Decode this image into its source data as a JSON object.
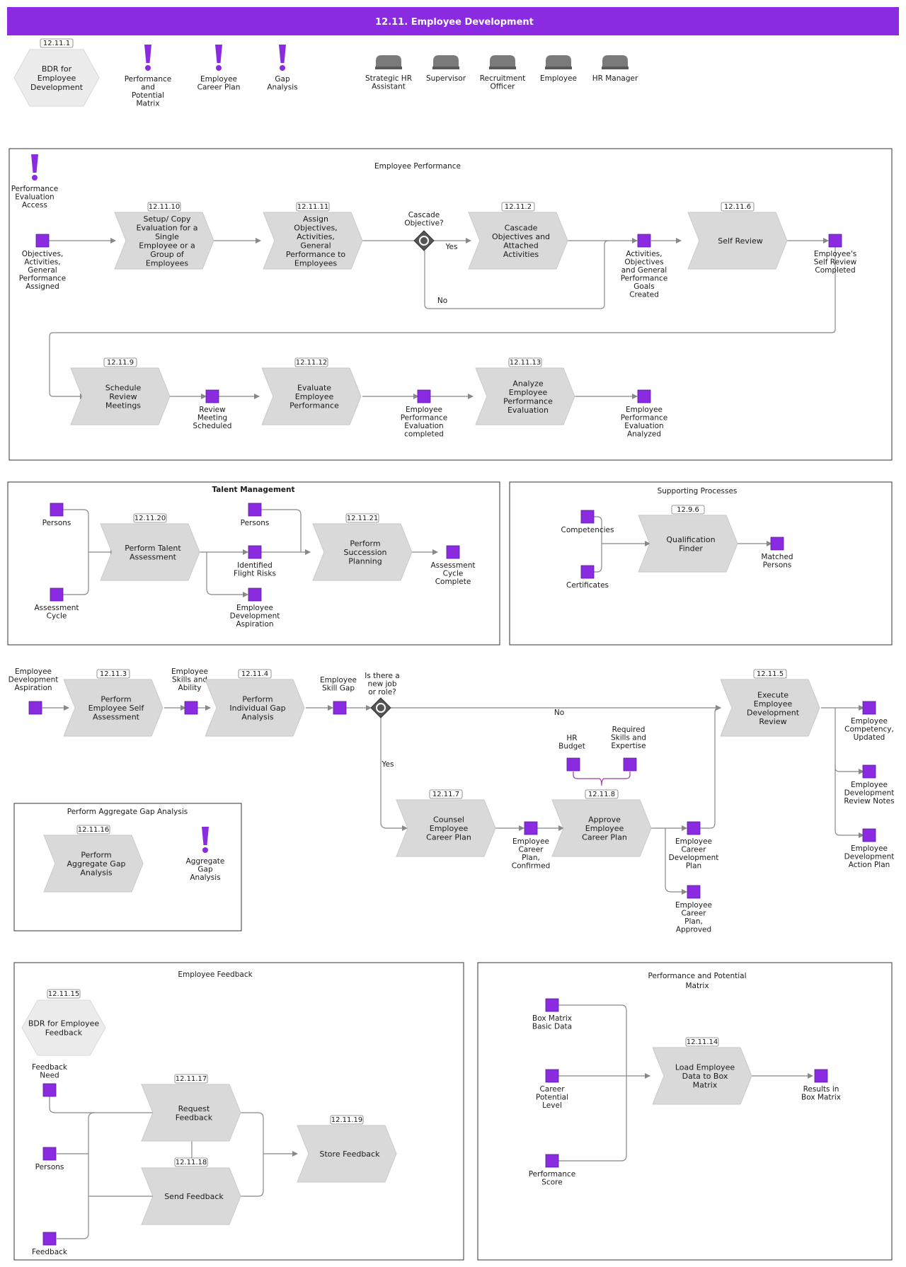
{
  "title": "12.11. Employee Development",
  "colors": {
    "header": "#8a2be2",
    "event": "#8a2be2",
    "activity": "#d9d9d9",
    "role": "#7a7a7a"
  },
  "legend": {
    "bdr_id": "12.11.1",
    "bdr": [
      "BDR for",
      "Employee",
      "Development"
    ],
    "ex1": [
      "Performance",
      "and",
      "Potential",
      "Matrix"
    ],
    "ex2": [
      "Employee",
      "Career Plan"
    ],
    "ex3": [
      "Gap",
      "Analysis"
    ],
    "roles": [
      [
        "Strategic HR",
        "Assistant"
      ],
      [
        "Supervisor"
      ],
      [
        "Recruitment",
        "Officer"
      ],
      [
        "Employee"
      ],
      [
        "HR Manager"
      ]
    ]
  },
  "ep": {
    "title": "Employee Performance",
    "ex": [
      "Performance",
      "Evaluation",
      "Access"
    ],
    "e1": [
      "Objectives,",
      "Activities,",
      "General",
      "Performance",
      "Assigned"
    ],
    "a1_id": "12.11.10",
    "a1": [
      "Setup/ Copy",
      "Evaluation for a",
      "Single",
      "Employee or a",
      "Group of",
      "Employees"
    ],
    "a2_id": "12.11.11",
    "a2": [
      "Assign",
      "Objectives,",
      "Activities,",
      "General",
      "Performance to",
      "Employees"
    ],
    "gw": [
      "Cascade",
      "Objective?"
    ],
    "yes": "Yes",
    "no": "No",
    "a3_id": "12.11.2",
    "a3": [
      "Cascade",
      "Objectives and",
      "Attached",
      "Activities"
    ],
    "e2": [
      "Activities,",
      "Objectives",
      "and General",
      "Performance",
      "Goals",
      "Created"
    ],
    "a4_id": "12.11.6",
    "a4": [
      "Self Review"
    ],
    "e3": [
      "Employee's",
      "Self Review",
      "Completed"
    ],
    "a5_id": "12.11.9",
    "a5": [
      "Schedule",
      "Review",
      "Meetings"
    ],
    "e4": [
      "Review",
      "Meeting",
      "Scheduled"
    ],
    "a6_id": "12.11.12",
    "a6": [
      "Evaluate",
      "Employee",
      "Performance"
    ],
    "e5": [
      "Employee",
      "Performance",
      "Evaluation",
      "completed"
    ],
    "a7_id": "12.11.13",
    "a7": [
      "Analyze",
      "Employee",
      "Performance",
      "Evaluation"
    ],
    "e6": [
      "Employee",
      "Performance",
      "Evaluation",
      "Analyzed"
    ]
  },
  "tm": {
    "title": "Talent Management",
    "persons1": [
      "Persons"
    ],
    "cycle": [
      "Assessment",
      "Cycle"
    ],
    "a1_id": "12.11.20",
    "a1": [
      "Perform Talent",
      "Assessment"
    ],
    "persons2": [
      "Persons"
    ],
    "risks": [
      "Identified",
      "Flight Risks"
    ],
    "asp": [
      "Employee",
      "Development",
      "Aspiration"
    ],
    "a2_id": "12.11.21",
    "a2": [
      "Perform",
      "Succession",
      "Planning"
    ],
    "done": [
      "Assessment",
      "Cycle",
      "Complete"
    ]
  },
  "sp": {
    "title": "Supporting Processes",
    "comp": [
      "Competencies"
    ],
    "cert": [
      "Certificates"
    ],
    "a1_id": "12.9.6",
    "a1": [
      "Qualification",
      "Finder"
    ],
    "match": [
      "Matched",
      "Persons"
    ]
  },
  "cp": {
    "e1": [
      "Employee",
      "Development",
      "Aspiration"
    ],
    "a1_id": "12.11.3",
    "a1": [
      "Perform",
      "Employee Self",
      "Assessment"
    ],
    "e2": [
      "Employee",
      "Skills and",
      "Ability"
    ],
    "a2_id": "12.11.4",
    "a2": [
      "Perform",
      "Individual Gap",
      "Analysis"
    ],
    "e3": [
      "Employee",
      "Skill Gap"
    ],
    "gw": [
      "Is there a",
      "new job",
      "or role?"
    ],
    "no": "No",
    "yes": "Yes",
    "a3_id": "12.11.5",
    "a3": [
      "Execute",
      "Employee",
      "Development",
      "Review"
    ],
    "o1": [
      "Employee",
      "Competency,",
      "Updated"
    ],
    "o2": [
      "Employee",
      "Development",
      "Review Notes"
    ],
    "o3": [
      "Employee",
      "Development",
      "Action Plan"
    ],
    "hr": [
      "HR",
      "Budget"
    ],
    "req": [
      "Required",
      "Skills and",
      "Expertise"
    ],
    "a4_id": "12.11.7",
    "a4": [
      "Counsel",
      "Employee",
      "Career Plan"
    ],
    "e4": [
      "Employee",
      "Career",
      "Plan,",
      "Confirmed"
    ],
    "a5_id": "12.11.8",
    "a5": [
      "Approve",
      "Employee",
      "Career Plan"
    ],
    "e5": [
      "Employee",
      "Career",
      "Development",
      "Plan"
    ],
    "e6": [
      "Employee",
      "Career",
      "Plan,",
      "Approved"
    ]
  },
  "ag": {
    "title": "Perform Aggregate Gap Analysis",
    "a1_id": "12.11.16",
    "a1": [
      "Perform",
      "Aggregate Gap",
      "Analysis"
    ],
    "ex": [
      "Aggregate",
      "Gap",
      "Analysis"
    ]
  },
  "ef": {
    "title": "Employee Feedback",
    "bdr_id": "12.11.15",
    "bdr": [
      "BDR for Employee",
      "Feedback"
    ],
    "need": [
      "Feedback",
      "Need"
    ],
    "persons": [
      "Persons"
    ],
    "fb": [
      "Feedback"
    ],
    "a1_id": "12.11.17",
    "a1": [
      "Request",
      "Feedback"
    ],
    "a2_id": "12.11.18",
    "a2": [
      "Send Feedback"
    ],
    "a3_id": "12.11.19",
    "a3": [
      "Store Feedback"
    ]
  },
  "pm": {
    "title": [
      "Performance and Potential",
      "Matrix"
    ],
    "bm": [
      "Box Matrix",
      "Basic Data"
    ],
    "cpl": [
      "Career",
      "Potential",
      "Level"
    ],
    "ps": [
      "Performance",
      "Score"
    ],
    "a1_id": "12.11.14",
    "a1": [
      "Load Employee",
      "Data to Box",
      "Matrix"
    ],
    "res": [
      "Results in",
      "Box Matrix"
    ]
  }
}
